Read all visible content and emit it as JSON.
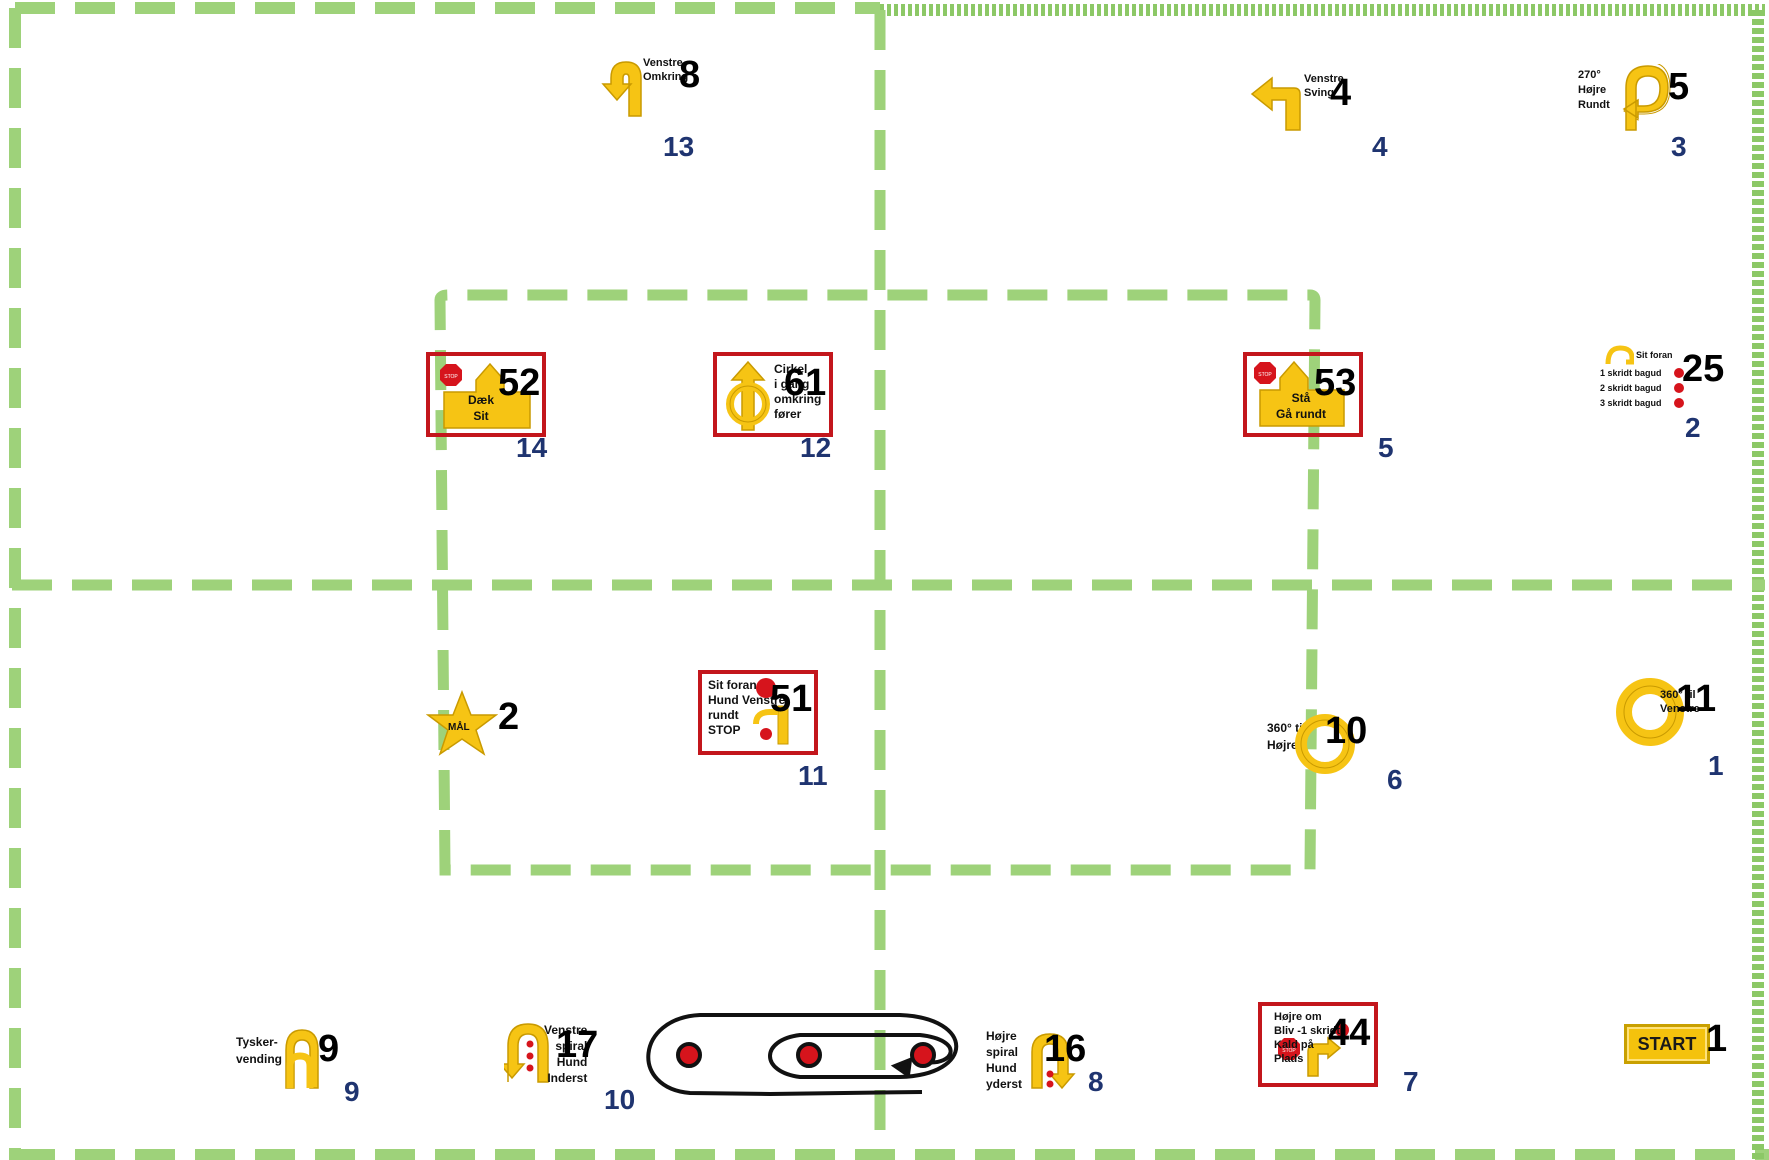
{
  "colors": {
    "field_line": "#9ed27a",
    "field_line_dark": "#8cc866",
    "sign_yellow": "#f6c414",
    "sign_edge": "#c99a00",
    "order_number": "#1f3470",
    "stop_red": "#d6141c",
    "box_red": "#c3161c"
  },
  "signs": {
    "s8": {
      "number": "8",
      "text": "Venstre\nOmkring",
      "order": "13",
      "icon": "u-turn-left-arrow-icon"
    },
    "s4": {
      "number": "4",
      "text": "Venstre\nSving",
      "order": "4",
      "icon": "left-turn-arrow-icon"
    },
    "s5": {
      "number": "5",
      "text": "270°\nHøjre\nRundt",
      "order": "3",
      "icon": "270-right-arrow-icon"
    },
    "s52": {
      "number": "52",
      "text": "Dæk\nSit",
      "order": "14",
      "icon": "stop-sign-icon"
    },
    "s61": {
      "number": "61",
      "text": "Cirkel\ni gang\nomkring\nfører",
      "order": "12",
      "icon": "circle-arrows-icon"
    },
    "s53": {
      "number": "53",
      "text": "Stå\nGå rundt",
      "order": "5",
      "icon": "stop-sign-icon"
    },
    "s25": {
      "number": "25",
      "text_top": "Sit foran",
      "lines": [
        "1 skridt bagud",
        "2 skridt bagud",
        "3 skridt bagud"
      ],
      "order": "2",
      "icon": "stop-dots-icon"
    },
    "s2": {
      "number": "2",
      "text": "MÅL",
      "icon": "star-icon"
    },
    "s51": {
      "number": "51",
      "text": "Sit foran\nHund Venstre\nrundt\nSTOP",
      "order": "11",
      "icon": "stop-sign-icon"
    },
    "s10": {
      "number": "10",
      "text": "360° til\nHøjre",
      "order": "6",
      "icon": "360-right-arrow-icon"
    },
    "s11": {
      "number": "11",
      "text": "360° til\nVenstre",
      "order": "1",
      "icon": "360-left-arrow-icon"
    },
    "s9": {
      "number": "9",
      "text": "Tysker-\nvending",
      "order": "9",
      "icon": "german-turn-arrow-icon"
    },
    "s17": {
      "number": "17",
      "text": "Venstre\nspiral\nHund\nInderst",
      "order": "10",
      "icon": "spiral-left-icon"
    },
    "s16": {
      "number": "16",
      "text": "Højre\nspiral\nHund\nyderst",
      "order": "8",
      "icon": "spiral-right-icon"
    },
    "s44": {
      "number": "44",
      "text": "Højre om\nBliv -1 skridt\nKald på\nPlads",
      "order": "7",
      "icon": "stop-sign-icon"
    },
    "s1": {
      "number": "1",
      "text": "START",
      "icon": "start-sign-icon"
    }
  }
}
